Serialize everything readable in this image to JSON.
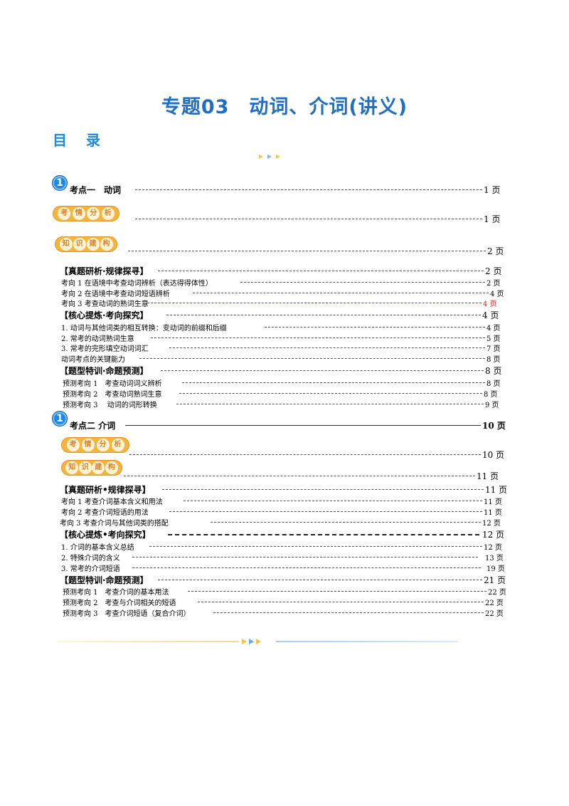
{
  "title": "专题03　动词、介词(讲义)",
  "toc_heading": "目 录",
  "badge_digit": "1",
  "section1": {
    "main": {
      "label": "考点一　动词",
      "page": "1 页"
    },
    "analysis": {
      "chars": [
        "考",
        "情",
        "分",
        "析"
      ],
      "page": "1 页"
    },
    "structure": {
      "chars": [
        "知",
        "识",
        "建",
        "构"
      ],
      "page": "2 页"
    },
    "g1": {
      "label": "【真题研析·规律探寻】",
      "page": "2 页"
    },
    "g1_items": [
      {
        "label": "考向 1  在语境中考查动词辨析（表达得得体性）",
        "page": "2 页"
      },
      {
        "label": "考向 2  在语境中考查动词短语辨析",
        "page": "4 页"
      },
      {
        "label": "考向 3  考查动词的熟词生意",
        "page": "4 页"
      }
    ],
    "g2": {
      "label": "【核心提炼·考向探究】",
      "page": "4 页"
    },
    "g2_items": [
      {
        "label": "1.  动词与其他词类的相互转换：变动词的前缀和后缀",
        "page": "4 页"
      },
      {
        "label": "2.  常考的动词熟词生意",
        "page": "5 页"
      },
      {
        "label": "3.  常考的完形填空动词词汇",
        "page": "7 页"
      },
      {
        "label": "动词考点的关键能力",
        "page": "8 页"
      }
    ],
    "g3": {
      "label": "【题型特训·命题预测】",
      "page": "8 页"
    },
    "g3_items": [
      {
        "label": "预测考向 1　考查动词词义辨析",
        "page": "8 页"
      },
      {
        "label": "预测考向 2　考查动词熟词生意",
        "page": "8 页"
      },
      {
        "label": "预测考向 3　 动词的词形转换",
        "page": "9 页"
      }
    ]
  },
  "section2": {
    "main": {
      "label": "考点二  介词",
      "page": "10 页"
    },
    "analysis": {
      "chars": [
        "考",
        "情",
        "分",
        "析"
      ],
      "page": "10 页"
    },
    "structure": {
      "chars": [
        "知",
        "识",
        "建",
        "构"
      ],
      "page": "11 页"
    },
    "g1": {
      "label": "【真题研析•规律探寻】",
      "page": "11 页"
    },
    "g1_items": [
      {
        "label": "考向 1  考查介词基本含义和用法",
        "page": "11 页"
      },
      {
        "label": "考向 2  考查介词短语的用法",
        "page": "11 页"
      },
      {
        "label": " 考向 3  考查介词与其他词类的搭配",
        "page": "12 页"
      }
    ],
    "g2": {
      "label": "【核心提炼•考向探究】",
      "page": "12 页"
    },
    "g2_items": [
      {
        "label": "1.  介词的基本含义总结",
        "page": "12 页"
      },
      {
        "label": "2.  特殊介词的含义",
        "page": "13 页"
      },
      {
        "label": "3.  常考的介词短语",
        "page": "19 页"
      }
    ],
    "g3": {
      "label": "【题型特训·命题预测】",
      "page": "21 页"
    },
    "g3_items": [
      {
        "label": "预测考向 1　考查介词的基本用法",
        "page": "22 页"
      },
      {
        "label": "预测考向 2　考查与介词相关的短语",
        "page": "22 页"
      },
      {
        "label": "预测考向 3　考查介词短语（复合介词）",
        "page": "22 页"
      }
    ]
  },
  "colors": {
    "title": "#1f6fc5",
    "accent": "#1f8bd6",
    "highlight": "#e0211b",
    "pill": "#f6b43a"
  }
}
